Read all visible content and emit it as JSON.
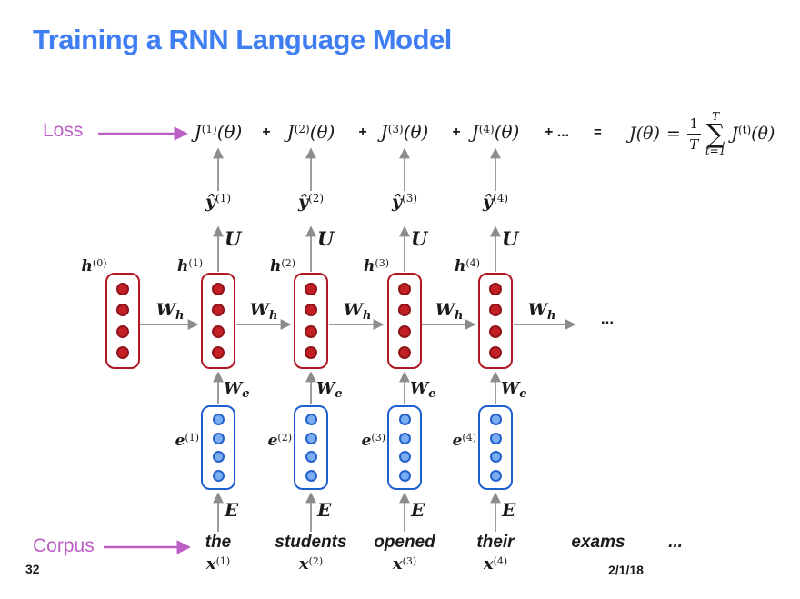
{
  "title": "Training a RNN Language Model",
  "annotations": {
    "loss": "Loss",
    "corpus": "Corpus"
  },
  "footer": {
    "page": "32",
    "date": "2/1/18"
  },
  "ops": {
    "plus": "+",
    "plus_dots": "+ ...",
    "equals": "=",
    "hidden_dots": "...",
    "word_dots": "..."
  },
  "math": {
    "J": "J",
    "theta": "(θ)",
    "yhat": "ŷ",
    "h": "h",
    "h0_sup": "(0)",
    "e": "e",
    "x": "x",
    "U": "U",
    "W": "W",
    "wh_sub": "h",
    "we_sub": "e",
    "E": "E"
  },
  "columns": [
    {
      "sup": "(1)",
      "word": "the"
    },
    {
      "sup": "(2)",
      "word": "students"
    },
    {
      "sup": "(3)",
      "word": "opened"
    },
    {
      "sup": "(4)",
      "word": "their"
    }
  ],
  "extra_word": "exams",
  "formula": {
    "J": "J",
    "theta": "(θ)",
    "equals": "=",
    "num": "1",
    "den": "T",
    "sum_top": "T",
    "sigma": "∑",
    "sum_bot": "t=1",
    "term_J": "J",
    "term_sup": "(t)",
    "term_theta": "(θ)"
  },
  "colors": {
    "title_blue": "#3f7df2",
    "annotation_magenta": "#bb5fc4",
    "hidden_box_red": "#b11623",
    "hidden_dot_red": "#c32026",
    "embed_box_blue": "#1e5fd0",
    "embed_dot_blue": "#7aaef0",
    "arrow_gray": "#8c8c8c"
  }
}
